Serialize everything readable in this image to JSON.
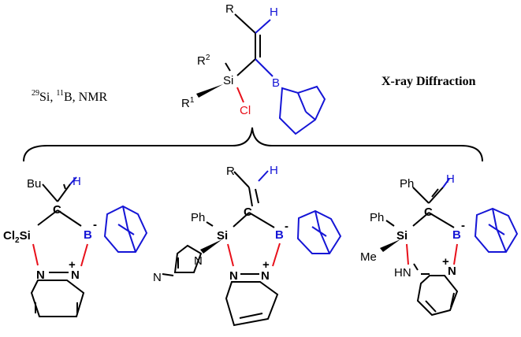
{
  "colors": {
    "black": "#000000",
    "red": "#e8101a",
    "blue": "#1515d6"
  },
  "header": {
    "nmr_text": {
      "si_mass": "29",
      "si": "Si, ",
      "b_mass": "11",
      "b": "B, NMR"
    },
    "xray_text": "X-ray Diffraction"
  },
  "top_molecule": {
    "r": "R",
    "h": "H",
    "r2": "R",
    "r2_sup": "2",
    "si": "Si",
    "r1": "R",
    "r1_sup": "1",
    "cl": "Cl",
    "b": "B"
  },
  "mol1": {
    "substituent": "Bu",
    "h": "H",
    "c": "C",
    "cl2si": "Cl",
    "cl2_sub": "2",
    "si": "Si",
    "b": "B",
    "b_charge": "-",
    "n_left": "N",
    "n_right": "N",
    "n_charge": "+"
  },
  "mol2": {
    "r": "R",
    "h": "H",
    "c": "C",
    "ph": "Ph",
    "si": "Si",
    "b": "B",
    "b_charge": "-",
    "pz_n1": "N",
    "pz_n2": "N",
    "n_left": "N",
    "n_right": "N",
    "n_charge": "+"
  },
  "mol3": {
    "ph_top": "Ph",
    "h": "H",
    "c": "C",
    "ph": "Ph",
    "si": "Si",
    "me": "Me",
    "b": "B",
    "b_charge": "-",
    "hn": "HN",
    "n": "N",
    "n_charge": "+"
  }
}
